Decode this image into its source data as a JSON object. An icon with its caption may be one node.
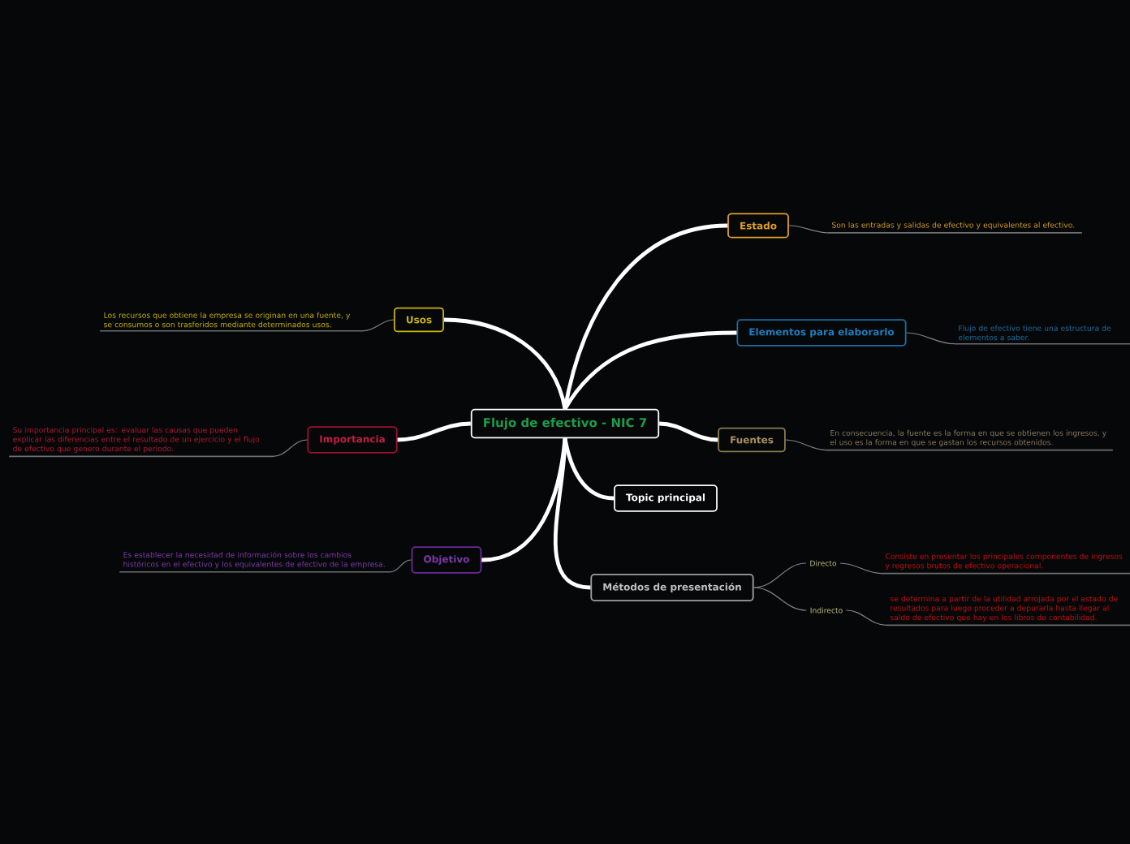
{
  "diagram": {
    "nodes": [
      {
        "text": [
          "Flujo de efectivo - NIC 7"
        ]
      },
      {
        "text": [
          "Estado"
        ]
      },
      {
        "text": [
          "Son las entradas y salidas de efectivo y equivalentes al efectivo."
        ]
      },
      {
        "text": [
          "Elementos para elaborarlo"
        ]
      },
      {
        "text": [
          "Flujo de efectivo tiene una estructura de elementos a saber."
        ]
      },
      {
        "text": [
          "Fuentes"
        ]
      },
      {
        "text": [
          "En consecuencia, la fuente es la forma en que se obtienen los ingresos, y el uso es la forma en que se gastan los recursos obtenidos."
        ]
      },
      {
        "text": [
          "Topic principal"
        ]
      },
      {
        "text": [
          "Métodos de presentación"
        ]
      },
      {
        "text": [
          "Directo"
        ]
      },
      {
        "text": [
          "Consiste en presentar los principales componentes de ingresos y regresos brutos de efectivo operacional."
        ]
      },
      {
        "text": [
          "Indirecto"
        ]
      },
      {
        "text": [
          "se determina a partir de la utilidad arrojada por el estado de resultados para luego proceder a depurarla hasta llegar al saldo de efectivo que hay en los libros de contabilidad."
        ]
      },
      {
        "text": [
          "Usos"
        ]
      },
      {
        "text": [
          "Los recursos que obtiene la empresa se originan en una fuente, y se consumos o son trasferidos mediante determinados usos."
        ]
      },
      {
        "text": [
          "Importancia"
        ]
      },
      {
        "text": [
          "Su importancia principal es: evaluar las causas que pueden explicar las diferencias entre el resultado de un ejercicio y el flujo de efectivo que genero durante el periodo."
        ]
      },
      {
        "text": [
          "Objetivo"
        ]
      },
      {
        "text": [
          "Es establecer la necesidad de información sobre los cambios históricos en el efectivo y los equivalentes de efectivo de la empresa."
        ]
      }
    ],
    "edges": [
      {
        "from": 0,
        "to": 1,
        "arrow": "none",
        "style": "thick",
        "color": "#ffffff"
      },
      {
        "from": 1,
        "to": 2,
        "arrow": "none"
      },
      {
        "from": 0,
        "to": 3,
        "arrow": "none",
        "style": "thick",
        "color": "#ffffff"
      },
      {
        "from": 3,
        "to": 4,
        "arrow": "none"
      },
      {
        "from": 0,
        "to": 5,
        "arrow": "none",
        "style": "thick",
        "color": "#ffffff"
      },
      {
        "from": 5,
        "to": 6,
        "arrow": "none"
      },
      {
        "from": 0,
        "to": 7,
        "arrow": "none",
        "style": "thick",
        "color": "#ffffff"
      },
      {
        "from": 0,
        "to": 8,
        "arrow": "none",
        "style": "thick",
        "color": "#ffffff"
      },
      {
        "from": 8,
        "to": 9,
        "arrow": "none"
      },
      {
        "from": 9,
        "to": 10,
        "arrow": "none"
      },
      {
        "from": 8,
        "to": 11,
        "arrow": "none"
      },
      {
        "from": 11,
        "to": 12,
        "arrow": "none"
      },
      {
        "from": 0,
        "to": 13,
        "arrow": "none",
        "style": "thick",
        "color": "#ffffff"
      },
      {
        "from": 13,
        "to": 14,
        "arrow": "none"
      },
      {
        "from": 0,
        "to": 15,
        "arrow": "none",
        "style": "thick",
        "color": "#ffffff"
      },
      {
        "from": 15,
        "to": 16,
        "arrow": "none"
      },
      {
        "from": 0,
        "to": 17,
        "arrow": "none",
        "style": "thick",
        "color": "#ffffff"
      },
      {
        "from": 17,
        "to": 18,
        "arrow": "none"
      }
    ]
  }
}
